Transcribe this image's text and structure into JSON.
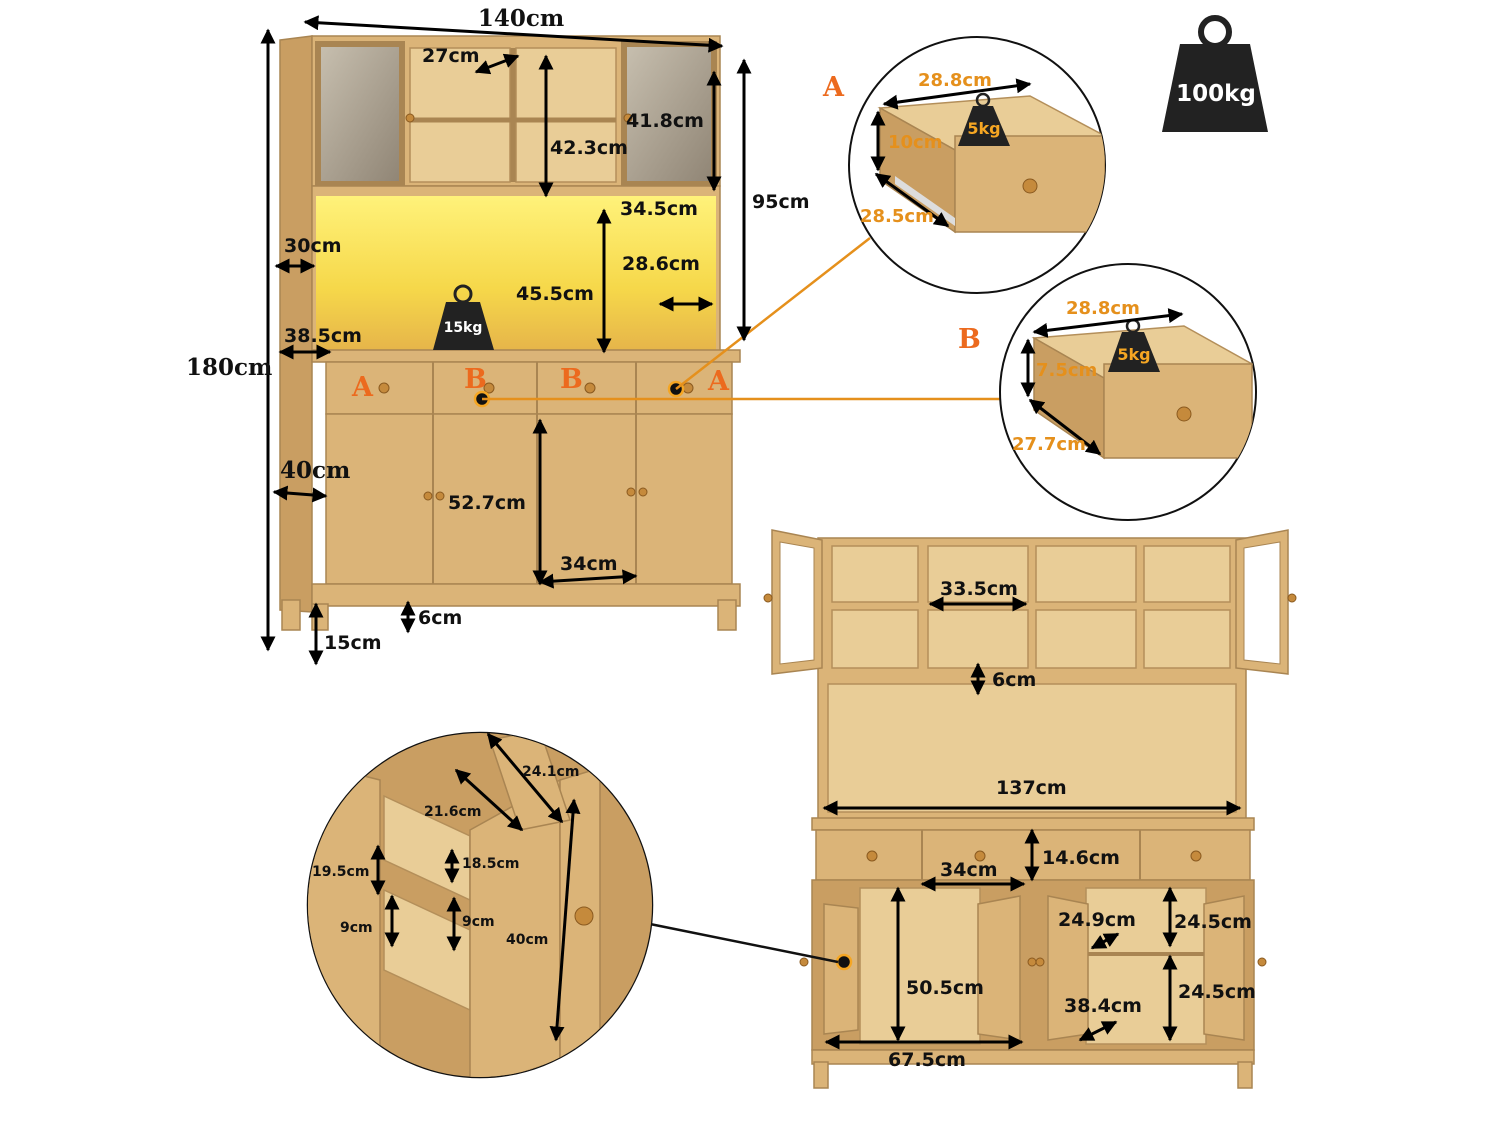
{
  "main_cabinet": {
    "width": "140cm",
    "height": "180cm",
    "upper_height": "95cm",
    "cubby_width": "27cm",
    "cubby_height": "42.3cm",
    "glass_door_height": "41.8cm",
    "glass_door_width": "34.5cm",
    "light_section_height": "45.5cm",
    "side_depth_top": "30cm",
    "shelf_depth": "28.6cm",
    "side_depth_mid": "38.5cm",
    "base_depth": "40cm",
    "door_height": "52.7cm",
    "door_width": "34cm",
    "kick_height": "6cm",
    "leg_height": "15cm",
    "shelf_load": "15kg",
    "drawer_markers": [
      "A",
      "B",
      "B",
      "A"
    ]
  },
  "total_load": "100kg",
  "drawer_a": {
    "letter": "A",
    "width": "28.8cm",
    "height": "10cm",
    "depth": "28.5cm",
    "load": "5kg"
  },
  "drawer_b": {
    "letter": "B",
    "width": "28.8cm",
    "height": "7.5cm",
    "depth": "27.7cm",
    "load": "5kg"
  },
  "front_view": {
    "cubby_width": "33.5cm",
    "shelf_gap": "6cm",
    "inner_width": "137cm",
    "drawer_height": "14.6cm",
    "drawer_width": "34cm",
    "cabinet_interior_height": "50.5cm",
    "cabinet_width": "67.5cm",
    "right_depth": "24.9cm",
    "right_upper_height": "24.5cm",
    "right_lower_height": "24.5cm",
    "right_width": "38.4cm"
  },
  "door_detail": {
    "door_depth": "24.1cm",
    "rack_depth": "21.6cm",
    "rack_height_outer": "19.5cm",
    "rack_height_inner": "18.5cm",
    "rack_gap_outer": "9cm",
    "rack_gap_inner": "9cm",
    "door_height": "40cm"
  }
}
